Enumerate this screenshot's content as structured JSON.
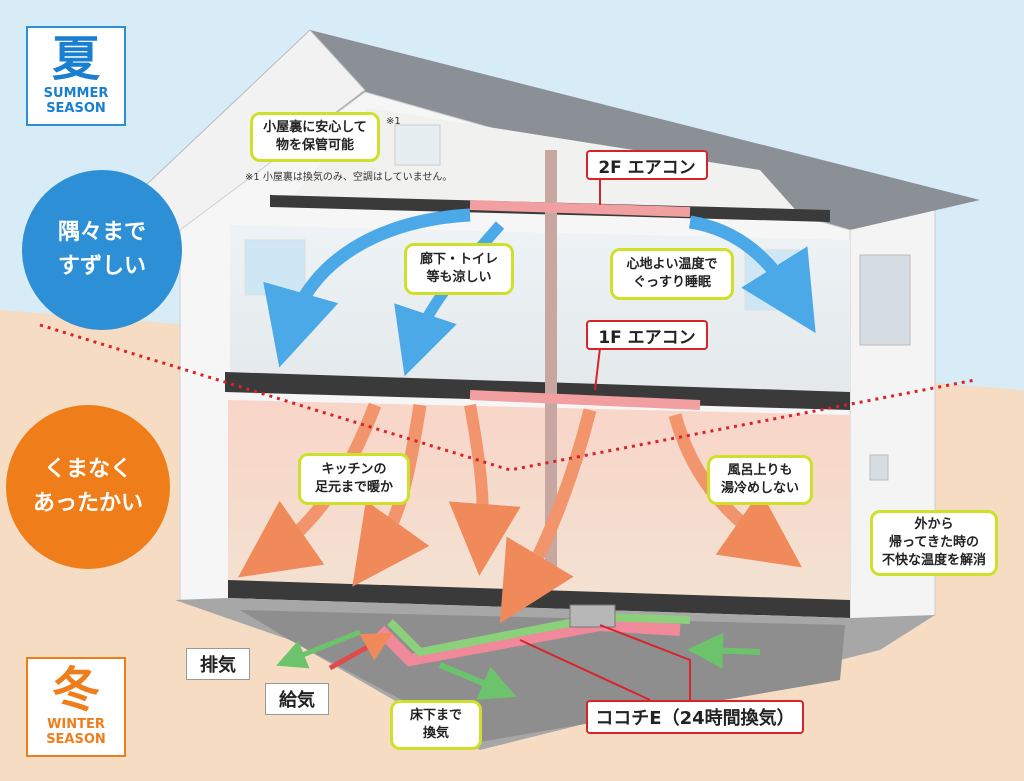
{
  "summer": {
    "kanji": "夏",
    "en_line1": "SUMMER",
    "en_line2": "SEASON"
  },
  "winter": {
    "kanji": "冬",
    "en_line1": "WINTER",
    "en_line2": "SEASON"
  },
  "cool_circle": {
    "line1": "隅々まで",
    "line2": "すずしい"
  },
  "warm_circle": {
    "line1": "くまなく",
    "line2": "あったかい"
  },
  "callouts": {
    "attic": "小屋裏に安心して\n物を保管可能",
    "attic_mark": "※1",
    "attic_note": "※1 小屋裏は換気のみ、空調はしていません。",
    "hallway": "廊下・トイレ\n等も涼しい",
    "sleep": "心地よい温度で\nぐっすり睡眠",
    "kitchen": "キッチンの\n足元まで暖か",
    "bath": "風呂上りも\n湯冷めしない",
    "outside": "外から\n帰ってきた時の\n不快な温度を解消",
    "underfloor": "床下まで\n換気"
  },
  "labels": {
    "ac_2f": "2F エアコン",
    "ac_1f": "1F エアコン",
    "cocochi": "ココチE（24時間換気）",
    "exhaust": "排気",
    "supply": "給気"
  },
  "colors": {
    "sky": "#d8ecf8",
    "ground": "#f7dcc4",
    "cool_blue": "#2d8fd5",
    "warm_orange": "#ef7d1a",
    "callout_border": "#cfe02a",
    "red": "#d8232a"
  }
}
